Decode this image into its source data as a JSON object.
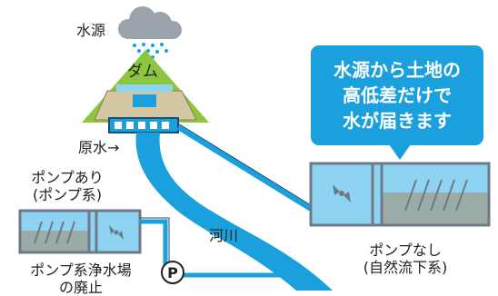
{
  "labels": {
    "water_source": "水源",
    "dam": "ダム",
    "raw_water": "原水→",
    "river": "河川",
    "pump_yes_line1": "ポンプあり",
    "pump_yes_line2": "(ポンプ系)",
    "pump_no_line1": "ポンプなし",
    "pump_no_line2": "(自然流下系)",
    "plant_closed_line1": "ポンプ系浄水場",
    "plant_closed_line2": "の廃止",
    "pump_symbol": "P"
  },
  "callout": {
    "lines": [
      "水源から土地の",
      "高低差だけで",
      "水が届きます"
    ]
  },
  "colors": {
    "water": "#1aa0dc",
    "water_light": "#8fd3f2",
    "mountain": "#8cc63f",
    "dam_wall": "#d6c7a3",
    "tank_frame": "#6d7a86",
    "soil": "#a68a6a",
    "cloud": "#9aa3ab"
  }
}
